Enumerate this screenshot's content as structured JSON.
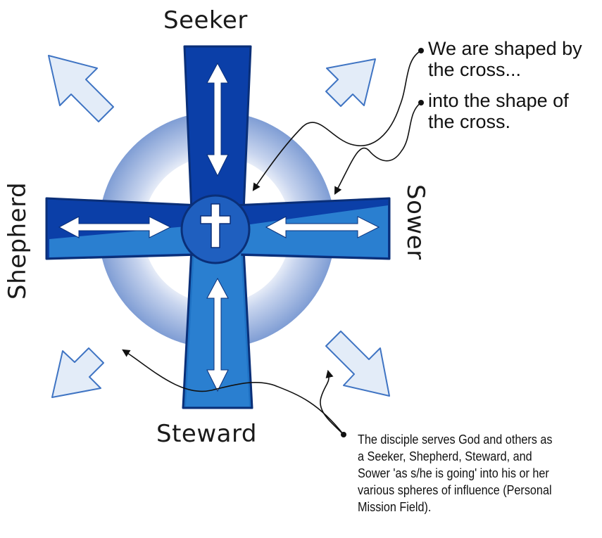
{
  "roles": {
    "top": "Seeker",
    "bottom": "Steward",
    "left": "Shepherd",
    "right": "Sower"
  },
  "notes": {
    "shaped_by": "We are shaped by the cross...",
    "shape_of": "into the shape of the cross.",
    "disciple": "The disciple serves God and others as a Seeker, Shepherd, Steward, and Sower 'as s/he is going' into his or her various spheres of influence (Personal Mission Field)."
  },
  "icons": {
    "center": "cross-icon",
    "outward": "arrow-outward-icon",
    "double": "double-arrow-icon"
  },
  "colors": {
    "dark_blue": "#0b3fa8",
    "mid_blue": "#1f72c4",
    "outline": "#0a2f78",
    "ring": "#8aa6d6",
    "light_arrow": "#e3ecf8",
    "light_arrow_stroke": "#3f74c3"
  }
}
